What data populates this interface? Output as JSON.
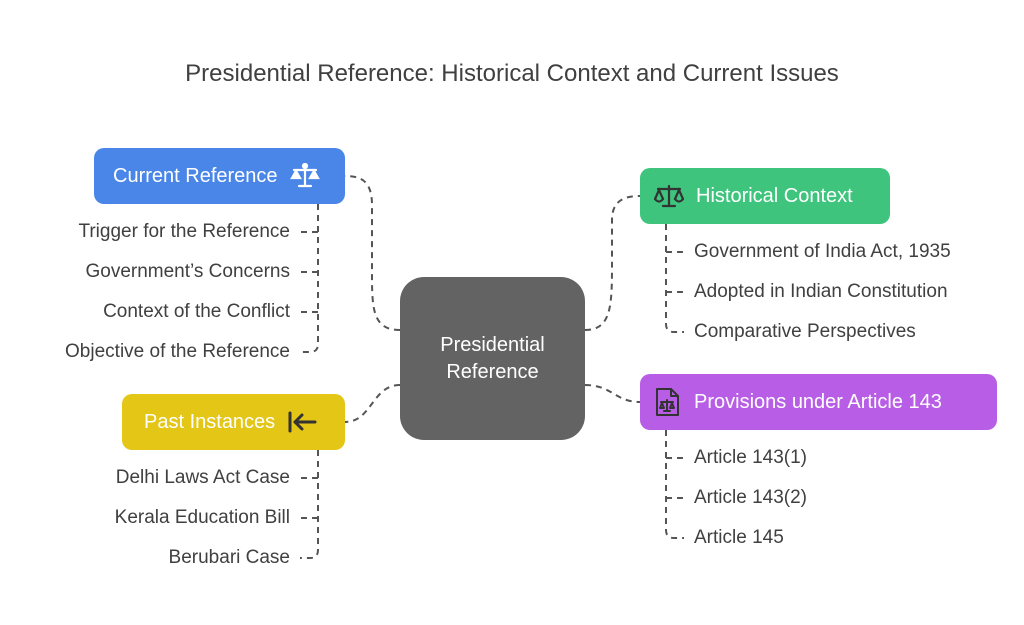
{
  "title": "Presidential Reference: Historical Context and Current Issues",
  "center": {
    "line1": "Presidential",
    "line2": "Reference"
  },
  "branches": {
    "current_reference": {
      "label": "Current Reference",
      "icon": "balance-scale-icon",
      "color": "#4a86e8",
      "items": [
        "Trigger for the Reference",
        "Government’s Concerns",
        "Context of the Conflict",
        "Objective of the Reference"
      ]
    },
    "past_instances": {
      "label": "Past Instances",
      "icon": "arrow-left-to-bar-icon",
      "color": "#e3c616",
      "items": [
        "Delhi Laws Act Case",
        "Kerala Education Bill",
        "Berubari Case"
      ]
    },
    "historical_context": {
      "label": "Historical Context",
      "icon": "scales-icon",
      "color": "#3ec47c",
      "items": [
        "Government of India Act, 1935",
        "Adopted in Indian Constitution",
        "Comparative Perspectives"
      ]
    },
    "provisions": {
      "label": "Provisions under Article 143",
      "icon": "legal-document-icon",
      "color": "#b85ee6",
      "items": [
        "Article 143(1)",
        "Article 143(2)",
        "Article 145"
      ]
    }
  }
}
